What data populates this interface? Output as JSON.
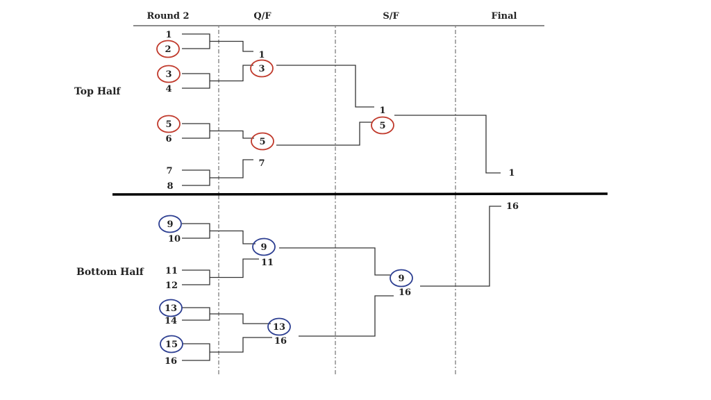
{
  "columns": [
    "Round 2",
    "Q/F",
    "S/F",
    "Final"
  ],
  "halves": {
    "top": "Top Half",
    "bottom": "Bottom Half"
  },
  "colors": {
    "top_highlight": "#c0392b",
    "bottom_highlight": "#2c3e91",
    "line": "#333333"
  },
  "round2": [
    "1",
    "2",
    "3",
    "4",
    "5",
    "6",
    "7",
    "8",
    "9",
    "10",
    "11",
    "12",
    "13",
    "14",
    "15",
    "16"
  ],
  "qf": [
    "1",
    "3",
    "5",
    "7",
    "9",
    "11",
    "13",
    "16"
  ],
  "sf": [
    "1",
    "5",
    "9",
    "16"
  ],
  "final": [
    "1",
    "16"
  ],
  "highlighted": {
    "top": [
      "2",
      "3",
      "5"
    ],
    "bottom": [
      "15",
      "13",
      "9"
    ]
  }
}
